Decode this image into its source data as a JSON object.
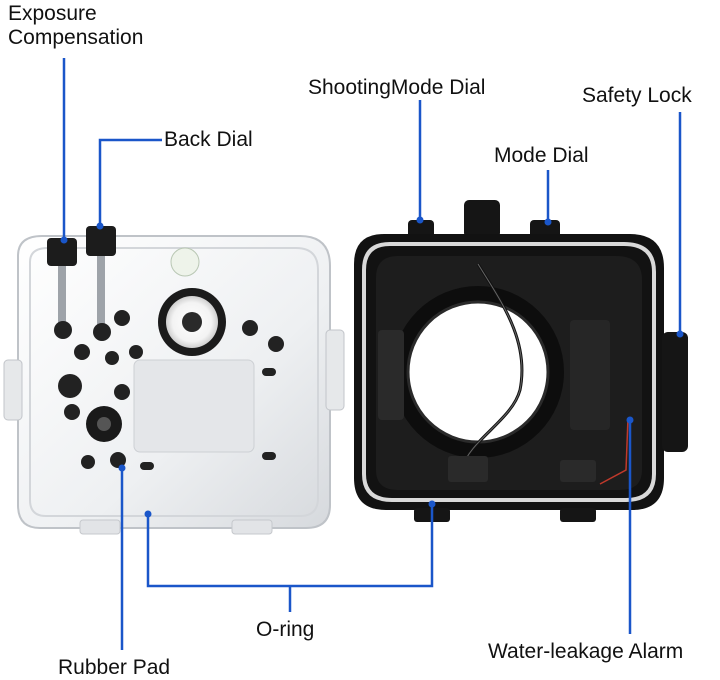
{
  "labels": {
    "exposure_compensation": [
      "Exposure",
      "Compensation"
    ],
    "back_dial": "Back Dial",
    "shooting_mode_dial": "ShootingMode Dial",
    "safety_lock": "Safety Lock",
    "mode_dial": "Mode Dial",
    "o_ring": "O-ring",
    "rubber_pad": "Rubber Pad",
    "water_leakage_alarm": "Water-leakage Alarm"
  },
  "colors": {
    "leader_line": "#1a56c9",
    "housing_back": "#f1f2f3",
    "housing_front": "#141414",
    "label_text": "#111111"
  }
}
